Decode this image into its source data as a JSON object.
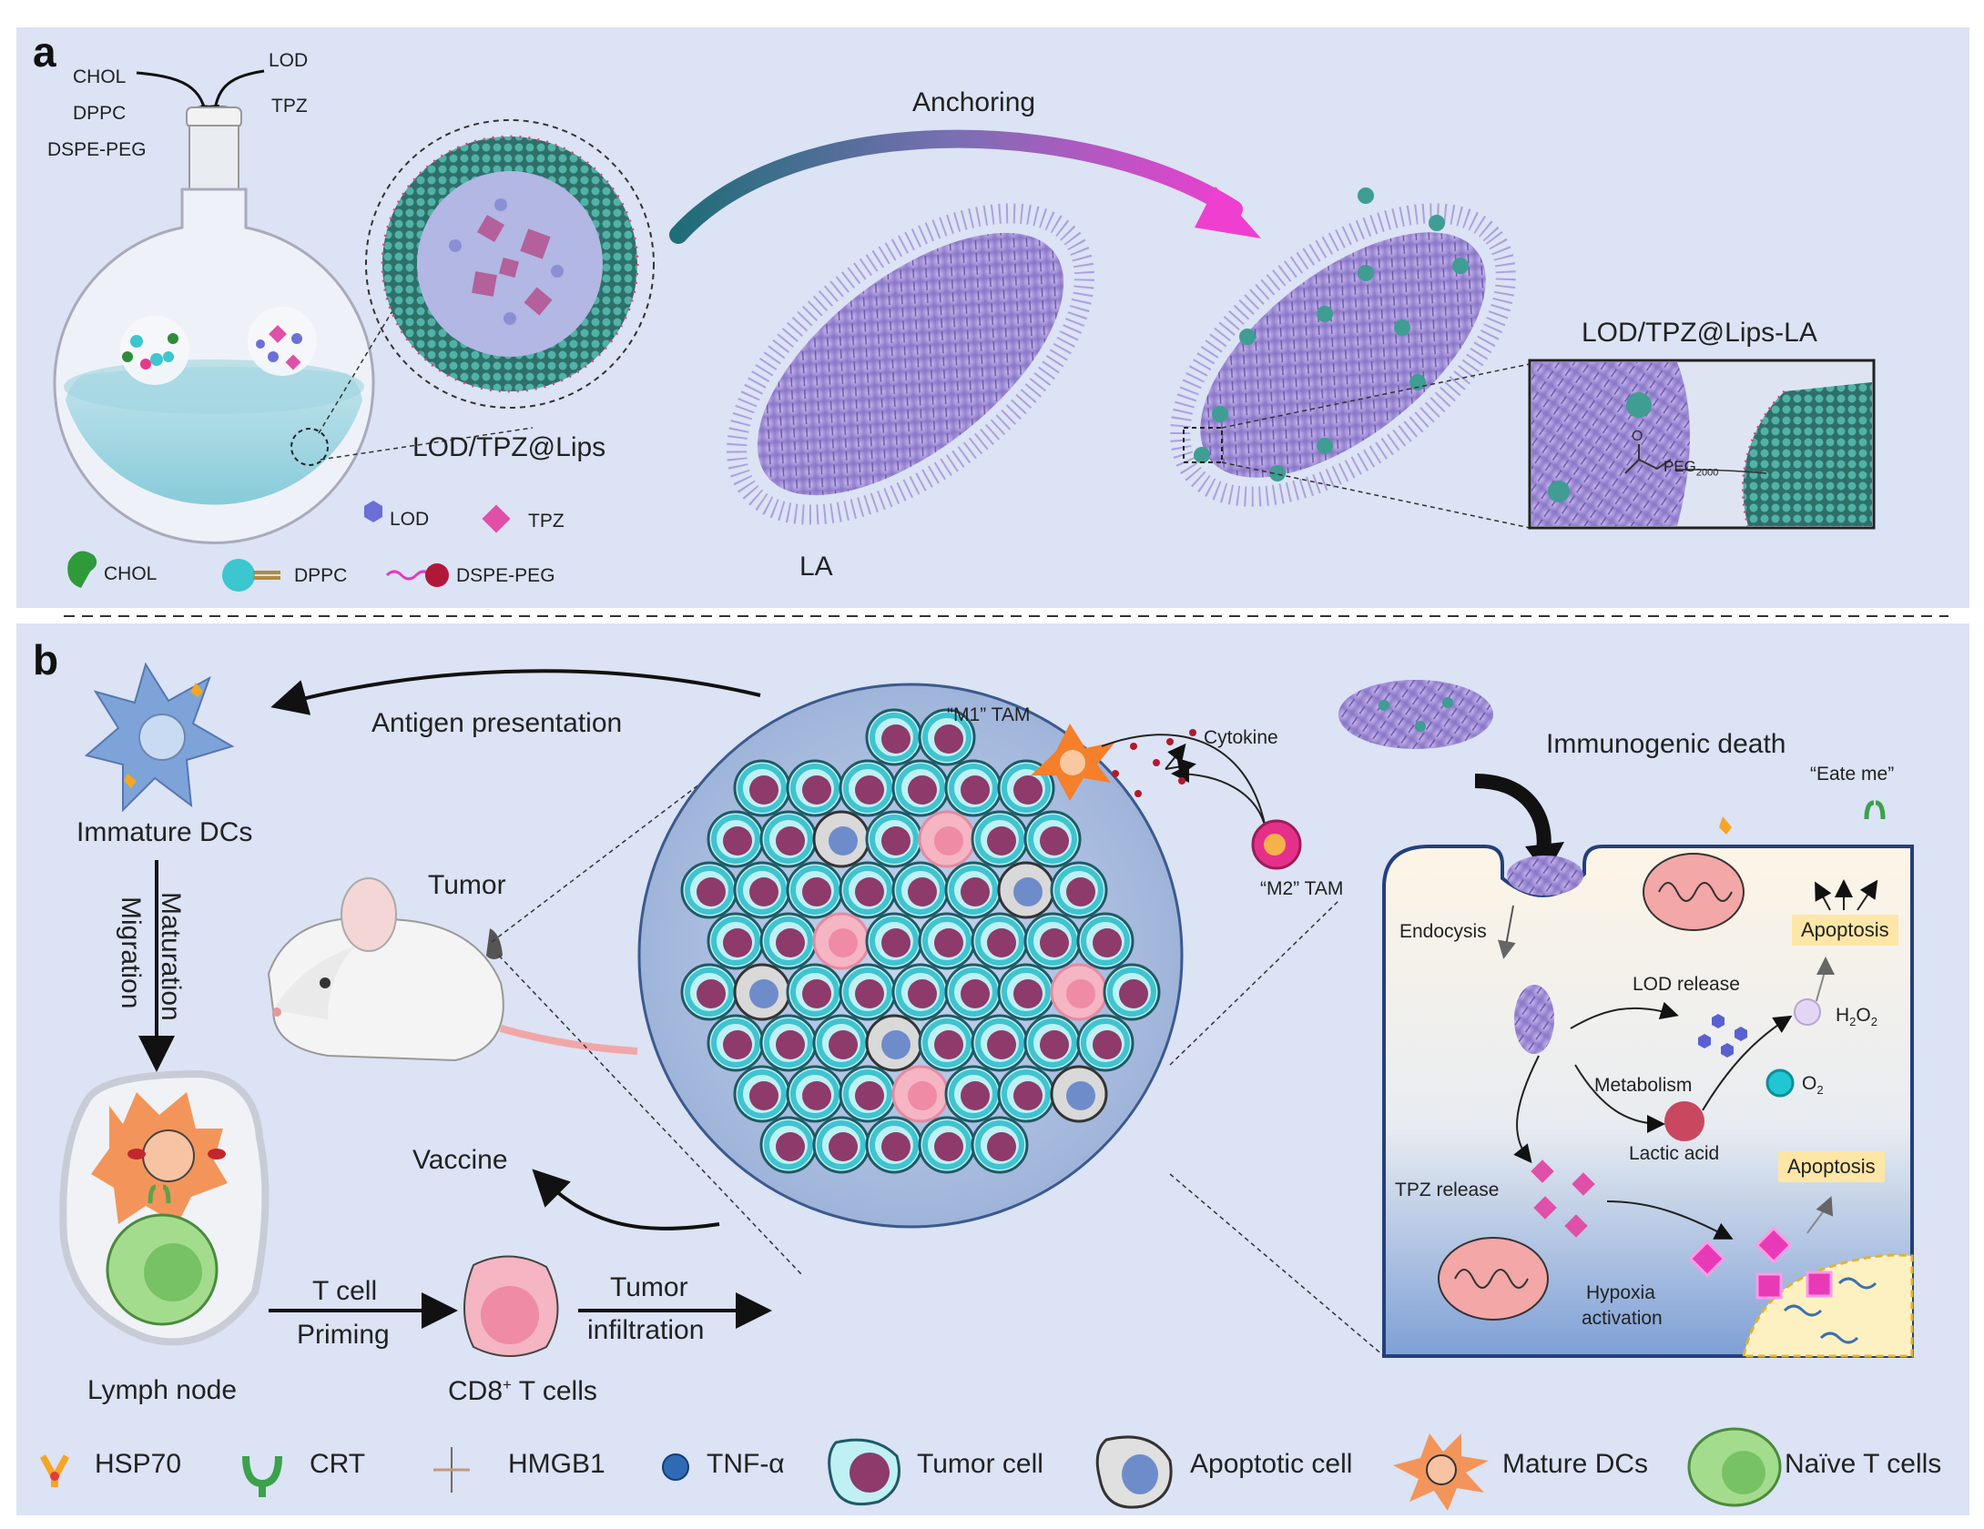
{
  "panels": {
    "a": "a",
    "b": "b"
  },
  "panel_a": {
    "flask_inputs_left": [
      "CHOL",
      "DPPC",
      "DSPE-PEG"
    ],
    "flask_inputs_right": [
      "LOD",
      "TPZ"
    ],
    "anchoring": "Anchoring",
    "lips_label": "LOD/TPZ@Lips",
    "la_label": "LA",
    "complex_label": "LOD/TPZ@Lips-LA",
    "peg_label": "PEG",
    "peg_sub": "2000",
    "legend": {
      "lod": "LOD",
      "tpz": "TPZ",
      "chol": "CHOL",
      "dppc": "DPPC",
      "dspe": "DSPE-PEG"
    }
  },
  "panel_b": {
    "antigen": "Antigen presentation",
    "immature": "Immature DCs",
    "maturation": "Maturation",
    "migration": "Migration",
    "tumor": "Tumor",
    "lymph": "Lymph node",
    "tcell": "T cell",
    "priming": "Priming",
    "cd8": "CD8",
    "cd8_sup": "+",
    "cd8_rest": " T cells",
    "vaccine": "Vaccine",
    "tumor_inf_1": "Tumor",
    "tumor_inf_2": "infiltration",
    "m1": "“M1” TAM",
    "m2": "“M2” TAM",
    "cytokine": "Cytokine",
    "icd": "Immunogenic death",
    "eat_me": "“Eate me”",
    "endocysis": "Endocysis",
    "lod_release": "LOD release",
    "h2o2": "H",
    "h2o2_2": "2",
    "h2o2_o": "O",
    "h2o2_3": "2",
    "metabolism": "Metabolism",
    "o2": "O",
    "o2_sub": "2",
    "lactic": "Lactic acid",
    "tpz_release": "TPZ release",
    "hypoxia_1": "Hypoxia",
    "hypoxia_2": "activation",
    "apoptosis_1": "Apoptosis",
    "apoptosis_2": "Apoptosis"
  },
  "legend_b": [
    "HSP70",
    "CRT",
    "HMGB1",
    "TNF-α",
    "Tumor cell",
    "Apoptotic cell",
    "Mature DCs",
    "Naïve T cells"
  ],
  "colors": {
    "panel_bg": "#dbe3f4",
    "liposome_teal": "#3aa9a3",
    "tpz_pink": "#e04fa8",
    "lod_purple": "#6b6fd6",
    "bacteria_purple": "#a793d9",
    "tumor_cyan": "#3fc4d0",
    "tumor_nucleus": "#8e3a6a",
    "dc_orange": "#f3955a",
    "tcell_green": "#9fdc8f",
    "arrow_pink": "#e33bc1",
    "arrow_teal": "#236c7a"
  }
}
